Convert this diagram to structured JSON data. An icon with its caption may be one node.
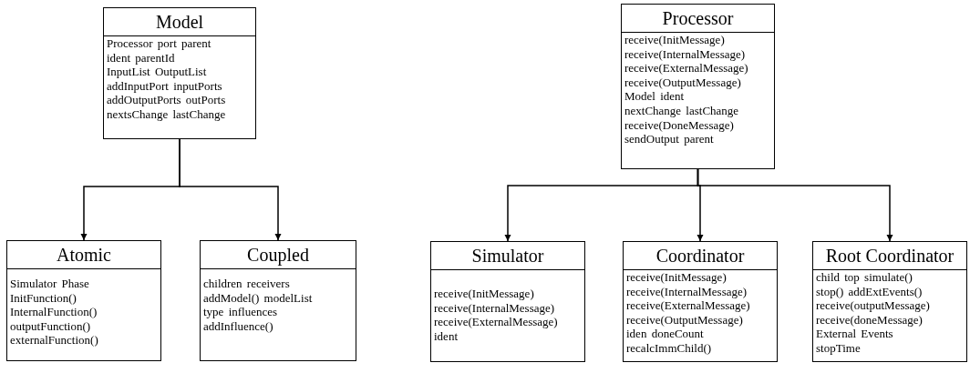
{
  "diagram": {
    "nodes": [
      {
        "text": [
          "Model",
          "Processor port parent",
          "ident parentId",
          "InputList OutputList",
          "addInputPort inputPorts",
          "addOutputPorts outPorts",
          "nextsChange lastChange"
        ]
      },
      {
        "text": [
          "Atomic",
          "Simulator Phase",
          "InitFunction()",
          "InternalFunction()",
          "outputFunction()",
          "externalFunction()"
        ]
      },
      {
        "text": [
          "Coupled",
          "children receivers",
          "addModel() modelList",
          "type influences",
          "addInfluence()"
        ]
      },
      {
        "text": [
          "Processor",
          "receive(InitMessage)",
          "receive(InternalMessage)",
          "receive(ExternalMessage)",
          "receive(OutputMessage)",
          "Model ident",
          "nextChange lastChange",
          "receive(DoneMessage)",
          "sendOutput parent"
        ]
      },
      {
        "text": [
          "Simulator",
          "receive(InitMessage)",
          "receive(InternalMessage)",
          "receive(ExternalMessage)",
          "ident"
        ]
      },
      {
        "text": [
          "Coordinator",
          "receive(InitMessage)",
          "receive(InternalMessage)",
          "receive(ExternalMessage)",
          "receive(OutputMessage)",
          "iden doneCount",
          "recalcImmChild()"
        ]
      },
      {
        "text": [
          "Root Coordinator",
          "child top simulate()",
          "stop() addExtEvents()",
          "receive(outputMessage)",
          "receive(doneMessage)",
          "External Events",
          "stopTime"
        ]
      }
    ],
    "edges": [
      {
        "from": 0,
        "to": 1,
        "arrow": "to"
      },
      {
        "from": 0,
        "to": 2,
        "arrow": "to"
      },
      {
        "from": 3,
        "to": 4,
        "arrow": "to"
      },
      {
        "from": 3,
        "to": 5,
        "arrow": "to"
      },
      {
        "from": 3,
        "to": 6,
        "arrow": "to"
      }
    ]
  }
}
